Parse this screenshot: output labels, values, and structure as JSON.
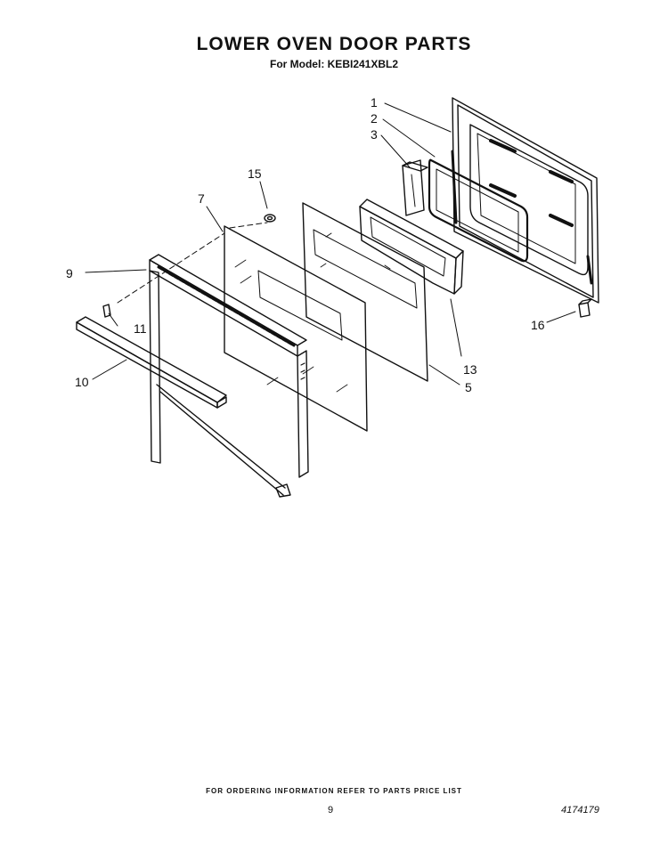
{
  "header": {
    "title": "LOWER OVEN DOOR PARTS",
    "subtitle": "For Model: KEBI241XBL2"
  },
  "callouts": [
    {
      "id": "1",
      "label": "1"
    },
    {
      "id": "2",
      "label": "2"
    },
    {
      "id": "3",
      "label": "3"
    },
    {
      "id": "5",
      "label": "5"
    },
    {
      "id": "7",
      "label": "7"
    },
    {
      "id": "9",
      "label": "9"
    },
    {
      "id": "10",
      "label": "10"
    },
    {
      "id": "11",
      "label": "11"
    },
    {
      "id": "13",
      "label": "13"
    },
    {
      "id": "15",
      "label": "15"
    },
    {
      "id": "16",
      "label": "16"
    }
  ],
  "footer": {
    "note": "FOR ORDERING INFORMATION REFER TO PARTS PRICE LIST",
    "page_number": "9",
    "doc_number": "4174179"
  }
}
